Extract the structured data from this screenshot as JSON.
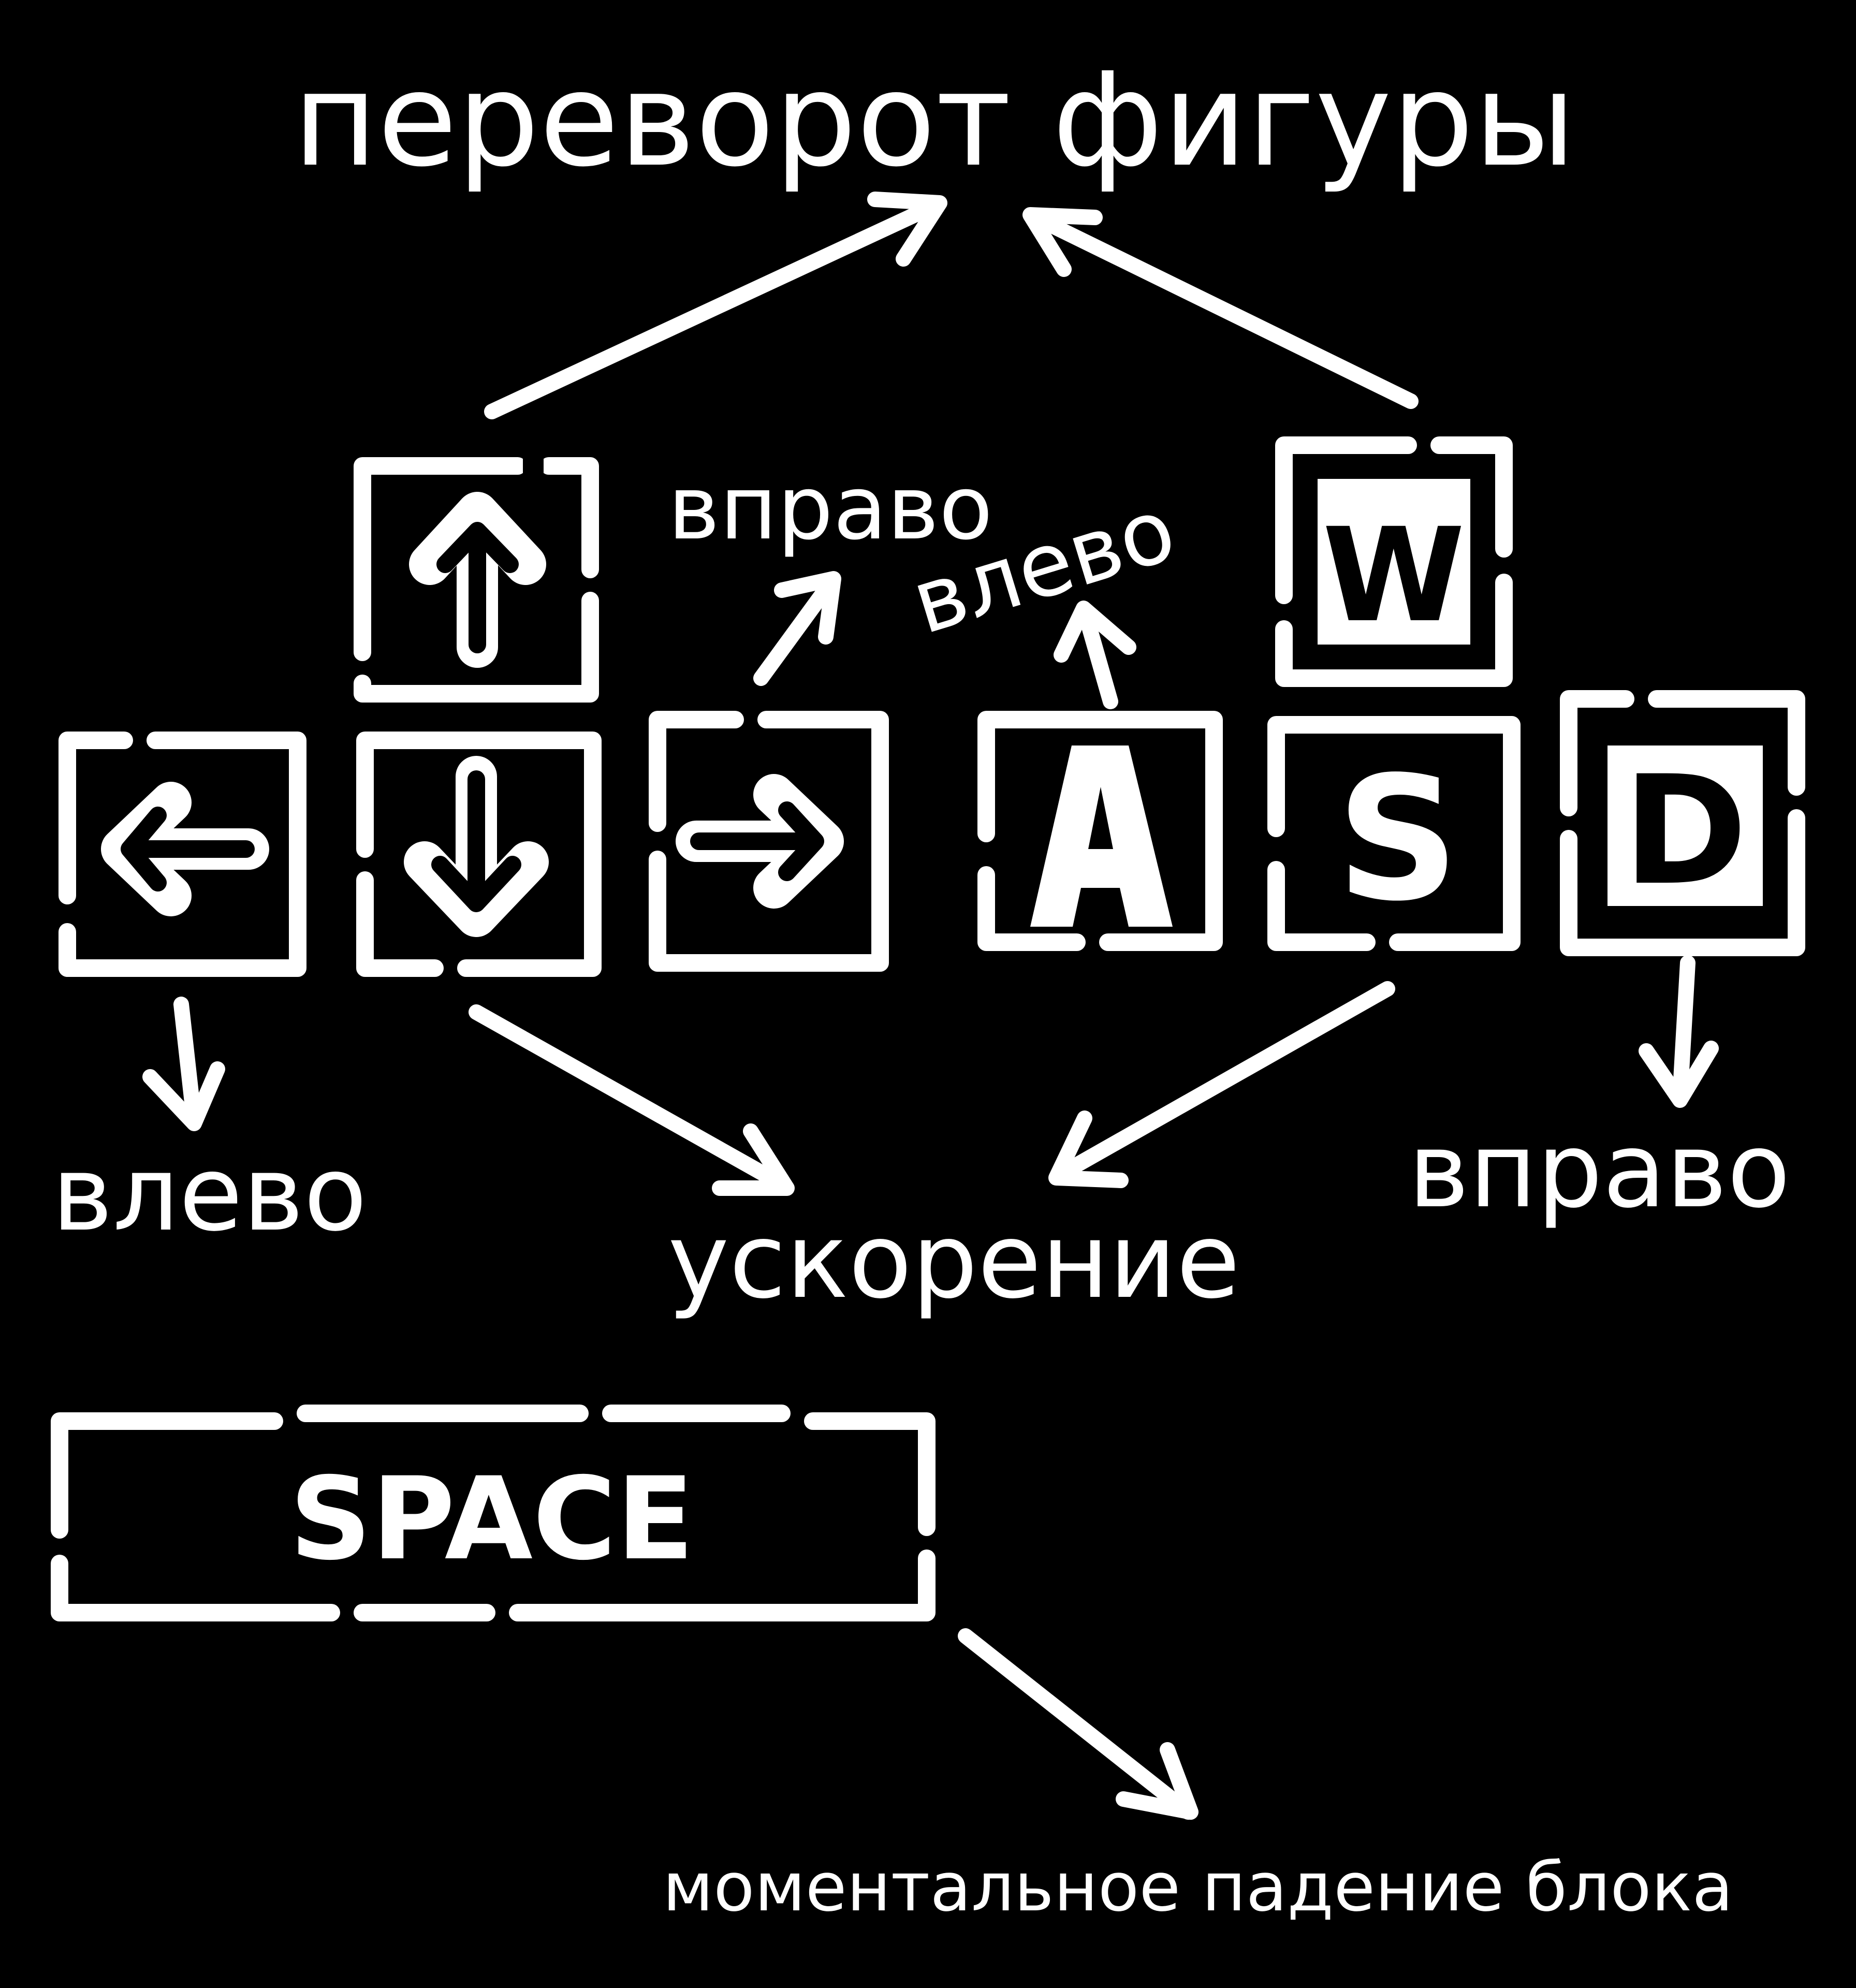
{
  "colors": {
    "background": "#000000",
    "foreground": "#ffffff"
  },
  "labels": {
    "rotate": "переворот фигуры",
    "right_top": "вправо",
    "left_top": "влево",
    "left_bottom": "влево",
    "accelerate": "ускорение",
    "right_bottom": "вправо",
    "instant_drop": "моментальное падение блока"
  },
  "keys": {
    "up": {
      "icon": "arrow-up-icon"
    },
    "left": {
      "icon": "arrow-left-icon"
    },
    "down": {
      "icon": "arrow-down-icon"
    },
    "right": {
      "icon": "arrow-right-icon"
    },
    "w": {
      "label": "W"
    },
    "a": {
      "label": "A"
    },
    "s": {
      "label": "S"
    },
    "d": {
      "label": "D"
    },
    "space": {
      "label": "SPACE"
    }
  }
}
